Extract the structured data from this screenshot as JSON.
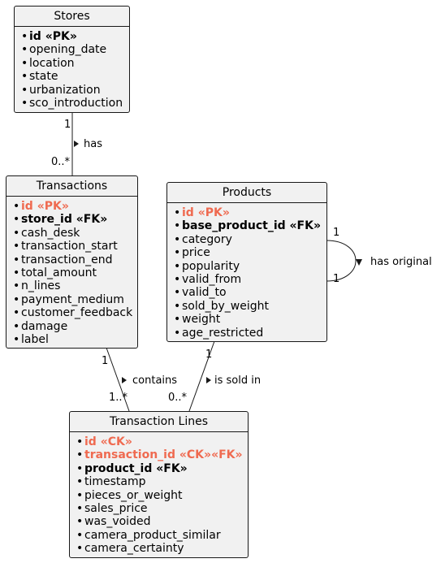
{
  "entities": {
    "stores": {
      "title": "Stores",
      "fields": [
        {
          "name": "id «PK»",
          "kind": "key"
        },
        {
          "name": "opening_date",
          "kind": "normal"
        },
        {
          "name": "location",
          "kind": "normal"
        },
        {
          "name": "state",
          "kind": "normal"
        },
        {
          "name": "urbanization",
          "kind": "normal"
        },
        {
          "name": "sco_introduction",
          "kind": "normal"
        }
      ]
    },
    "transactions": {
      "title": "Transactions",
      "fields": [
        {
          "name": "id «PK»",
          "kind": "accent"
        },
        {
          "name": "store_id «FK»",
          "kind": "key"
        },
        {
          "name": "cash_desk",
          "kind": "normal"
        },
        {
          "name": "transaction_start",
          "kind": "normal"
        },
        {
          "name": "transaction_end",
          "kind": "normal"
        },
        {
          "name": "total_amount",
          "kind": "normal"
        },
        {
          "name": "n_lines",
          "kind": "normal"
        },
        {
          "name": "payment_medium",
          "kind": "normal"
        },
        {
          "name": "customer_feedback",
          "kind": "normal"
        },
        {
          "name": "damage",
          "kind": "normal"
        },
        {
          "name": "label",
          "kind": "normal"
        }
      ]
    },
    "products": {
      "title": "Products",
      "fields": [
        {
          "name": "id «PK»",
          "kind": "accent"
        },
        {
          "name": "base_product_id «FK»",
          "kind": "key"
        },
        {
          "name": "category",
          "kind": "normal"
        },
        {
          "name": "price",
          "kind": "normal"
        },
        {
          "name": "popularity",
          "kind": "normal"
        },
        {
          "name": "valid_from",
          "kind": "normal"
        },
        {
          "name": "valid_to",
          "kind": "normal"
        },
        {
          "name": "sold_by_weight",
          "kind": "normal"
        },
        {
          "name": "weight",
          "kind": "normal"
        },
        {
          "name": "age_restricted",
          "kind": "normal"
        }
      ]
    },
    "lines": {
      "title": "Transaction Lines",
      "fields": [
        {
          "name": "id «CK»",
          "kind": "accent"
        },
        {
          "name": "transaction_id «CK»«FK»",
          "kind": "accent"
        },
        {
          "name": "product_id «FK»",
          "kind": "key"
        },
        {
          "name": "timestamp",
          "kind": "normal"
        },
        {
          "name": "pieces_or_weight",
          "kind": "normal"
        },
        {
          "name": "sales_price",
          "kind": "normal"
        },
        {
          "name": "was_voided",
          "kind": "normal"
        },
        {
          "name": "camera_product_similar",
          "kind": "normal"
        },
        {
          "name": "camera_certainty",
          "kind": "normal"
        }
      ]
    }
  },
  "relations": {
    "stores_transactions": {
      "label": "has",
      "from_mult": "1",
      "to_mult": "0..*"
    },
    "transactions_lines": {
      "label": "contains",
      "from_mult": "1",
      "to_mult": "1..*"
    },
    "products_lines": {
      "label": "is sold in",
      "from_mult": "1",
      "to_mult": "0..*"
    },
    "products_self": {
      "label": "has original",
      "from_mult": "1",
      "to_mult": "1"
    }
  },
  "bullet_char": "•",
  "colors": {
    "accent": "#ef6a50",
    "box_fill": "#f1f1f1",
    "border": "#181818"
  }
}
